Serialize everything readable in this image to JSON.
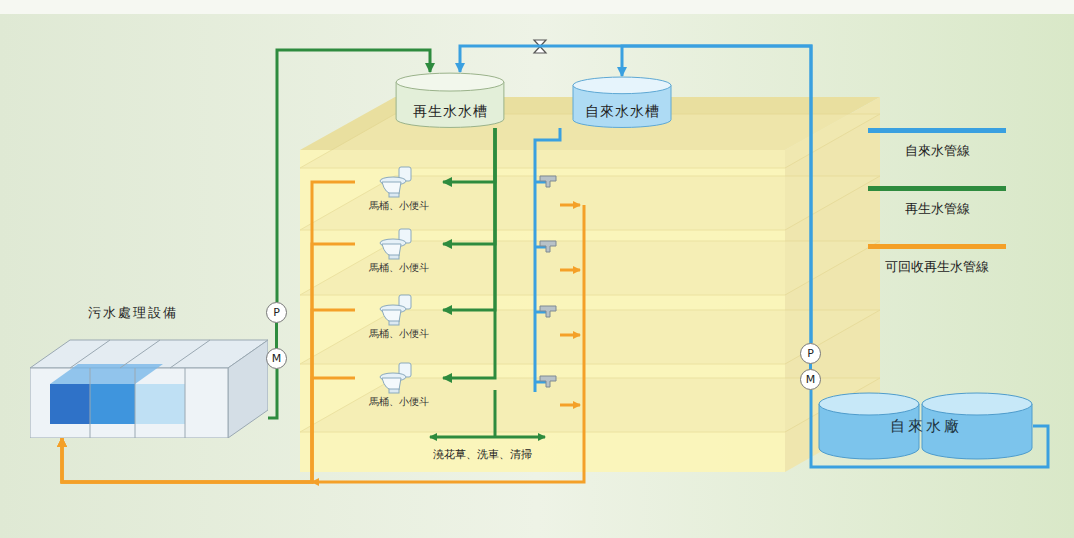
{
  "diagram": {
    "nodes": [
      {
        "text": [
          "再生水水槽"
        ]
      },
      {
        "text": [
          "自來水水槽"
        ]
      },
      {
        "text": [
          "馬桶、小便斗"
        ]
      },
      {
        "text": [
          "馬桶、小便斗"
        ]
      },
      {
        "text": [
          "馬桶、小便斗"
        ]
      },
      {
        "text": [
          "馬桶、小便斗"
        ]
      },
      {
        "text": [
          "污水處理設備"
        ]
      },
      {
        "text": [
          "P"
        ]
      },
      {
        "text": [
          "M"
        ]
      },
      {
        "text": [
          "P"
        ]
      },
      {
        "text": [
          "M"
        ]
      },
      {
        "text": [
          "自來水廠"
        ]
      }
    ],
    "edges": [
      {
        "from": 6,
        "to": 8,
        "arrow": "none"
      },
      {
        "from": 8,
        "to": 7,
        "arrow": "none"
      },
      {
        "from": 7,
        "to": 0,
        "arrow": "to"
      },
      {
        "from": 11,
        "to": 10,
        "arrow": "none"
      },
      {
        "from": 10,
        "to": 9,
        "arrow": "none"
      },
      {
        "from": 9,
        "to": 0,
        "arrow": "to"
      },
      {
        "from": 9,
        "to": 1,
        "arrow": "to"
      },
      {
        "from": 0,
        "to": 2,
        "arrow": "to"
      },
      {
        "from": 0,
        "to": 3,
        "arrow": "to"
      },
      {
        "from": 0,
        "to": 4,
        "arrow": "to"
      },
      {
        "from": 0,
        "to": 5,
        "arrow": "to"
      },
      {
        "from": 2,
        "to": 6,
        "arrow": "to"
      },
      {
        "from": 3,
        "to": 6,
        "arrow": "to"
      },
      {
        "from": 4,
        "to": 6,
        "arrow": "to"
      },
      {
        "from": 5,
        "to": 6,
        "arrow": "to"
      }
    ],
    "labels": [
      "澆花草、洗車、清掃"
    ],
    "legend": [
      {
        "text": "自來水管線",
        "color": "#3aa0e0"
      },
      {
        "text": "再生水管線",
        "color": "#2e8b3e"
      },
      {
        "text": "可回收再生水管線",
        "color": "#f4a028"
      }
    ]
  }
}
